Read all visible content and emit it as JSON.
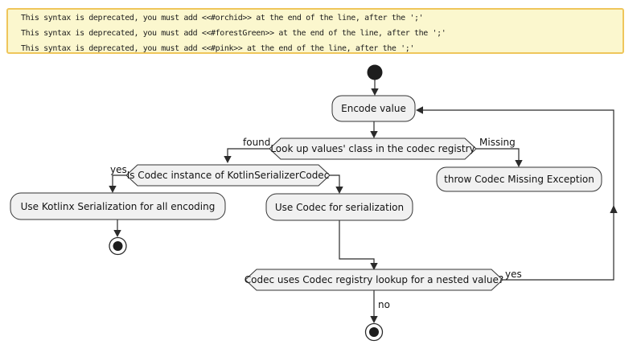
{
  "note": {
    "lines": [
      "This syntax is deprecated, you must add <<#orchid>> at the end of the line, after the ';'",
      "This syntax is deprecated, you must add <<#forestGreen>> at the end of the line, after the ';'",
      "This syntax is deprecated, you must add <<#pink>> at the end of the line, after the ';'"
    ],
    "bg_color": "#FBF7CE",
    "border_color": "#EFC65B"
  },
  "diagram": {
    "type": "activity-flowchart",
    "colors": {
      "node_fill": "#F1F1F1",
      "node_border": "#343434",
      "edge": "#2B2B2B",
      "start_fill": "#1D1D1D",
      "background": "#FFFFFF"
    },
    "nodes": {
      "encode_value": {
        "label": "Encode value",
        "shape": "rounded-rect"
      },
      "lookup_class": {
        "label": "Look up values' class in the codec registry",
        "shape": "hexagon"
      },
      "is_instance": {
        "label": "Is Codec instance of KotlinSerializerCodec",
        "shape": "hexagon"
      },
      "use_kotlinx": {
        "label": "Use Kotlinx Serialization for all encoding",
        "shape": "rounded-rect"
      },
      "use_codec": {
        "label": "Use Codec for serialization",
        "shape": "rounded-rect"
      },
      "throw_missing": {
        "label": "throw Codec Missing Exception",
        "shape": "rounded-rect"
      },
      "nested_lookup": {
        "label": "Codec uses Codec registry lookup for a nested value?",
        "shape": "hexagon"
      }
    },
    "edge_labels": {
      "found": "found",
      "missing": "Missing",
      "yes_instance": "yes",
      "yes_nested": "yes",
      "no_nested": "no"
    }
  }
}
